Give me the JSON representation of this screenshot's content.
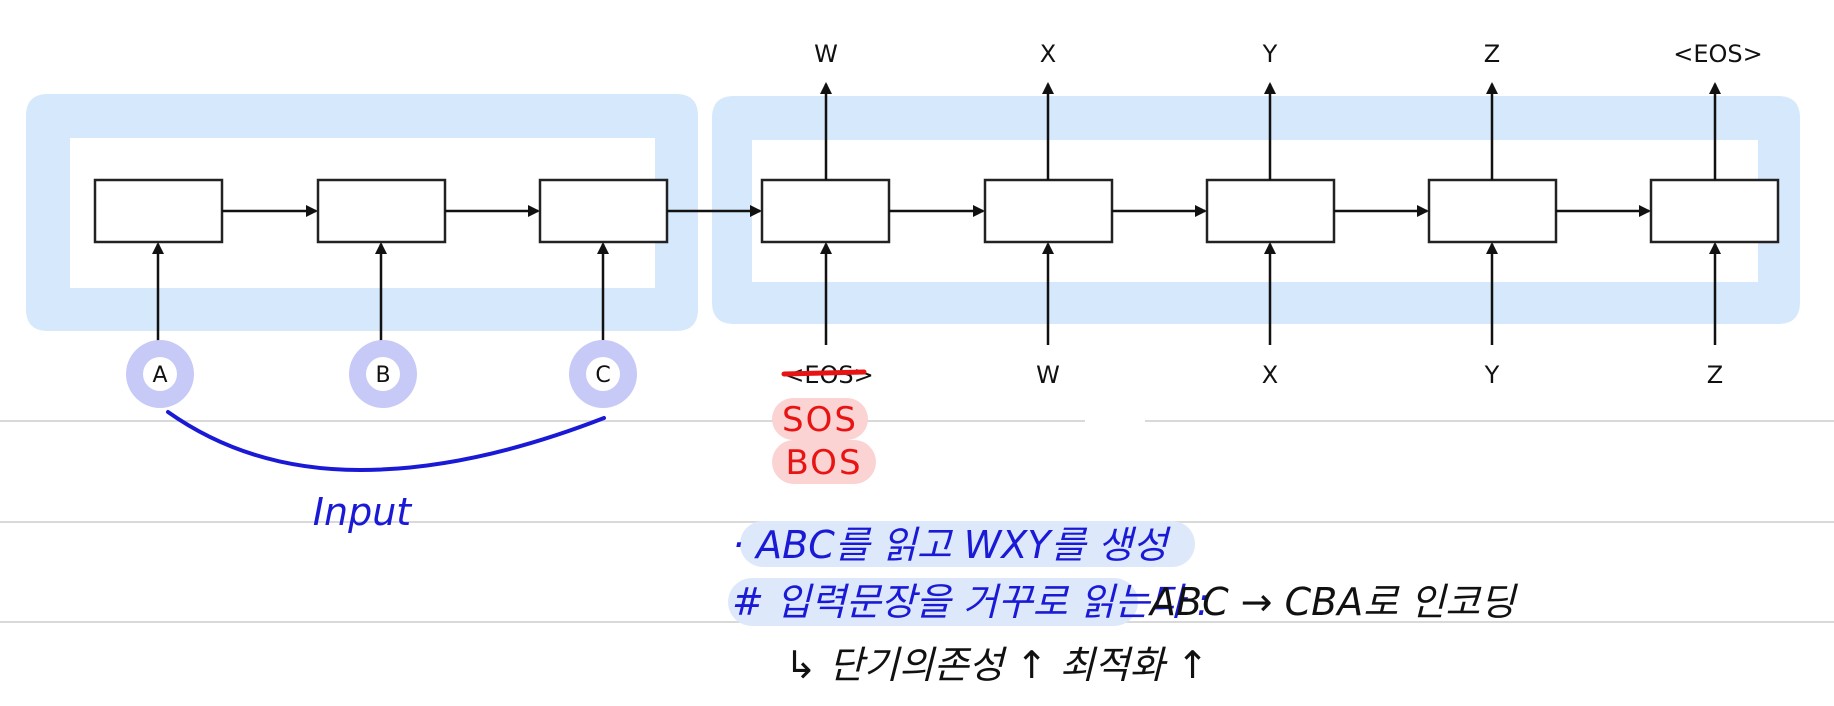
{
  "input_tokens": [
    "A",
    "B",
    "C"
  ],
  "output_tokens": [
    "W",
    "X",
    "Y",
    "Z",
    "<EOS>"
  ],
  "decoder_inputs": [
    "<EOS>",
    "W",
    "X",
    "Y",
    "Z"
  ],
  "annotations": {
    "sos": "SOS",
    "bos": "BOS",
    "input_label": "Input",
    "note1": "· ABC를 읽고 WXY를 생성",
    "note2_blue": "# 입력문장을 거꾸로 읽는다 :",
    "note2_black": "ABC → CBA로 인코딩",
    "note3": "↳ 단기의존성 ↑  최적화 ↑"
  },
  "colors": {
    "panel_fill": "#d6e8fb",
    "input_circle": "#c7c9f7",
    "highlight_red": "#fbd3d3",
    "highlight_blue": "#dde9fb",
    "strike": "#e81414",
    "ink_blue": "#1a1ad6",
    "rule_line": "#d9d9d9"
  }
}
